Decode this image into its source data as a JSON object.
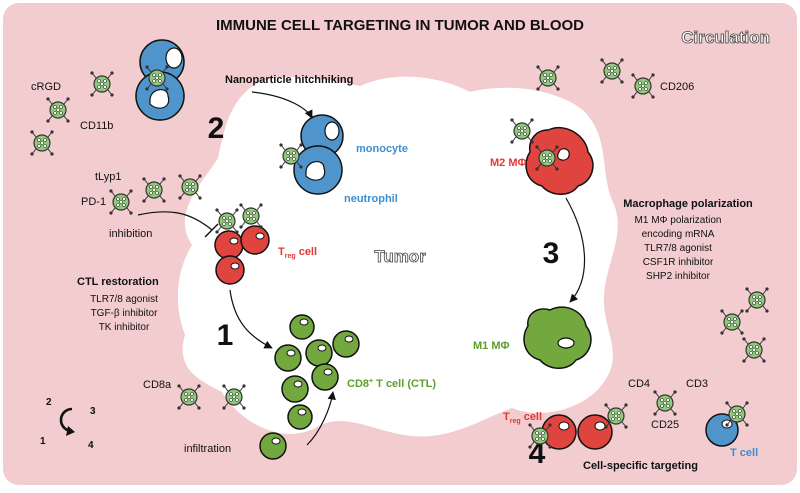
{
  "title": "IMMUNE CELL TARGETING IN TUMOR AND BLOOD",
  "regions": {
    "circulation": "Circulation",
    "tumor": "Tumor"
  },
  "colors": {
    "background": "#f2cccf",
    "tumor": "#ffffff",
    "blue_cell": "#4f95cb",
    "red_cell": "#e0443f",
    "green_cell": "#73a83f",
    "nanoparticle": "#8fc97a",
    "text_blue": "#3d8fd1",
    "text_red": "#e33a33",
    "text_green": "#5e9e2c"
  },
  "steps": {
    "s1": "1",
    "s2": "2",
    "s3": "3",
    "s4": "4"
  },
  "legend_numbers": {
    "n1": "1",
    "n2": "2",
    "n3": "3",
    "n4": "4"
  },
  "labels": {
    "cRGD": "cRGD",
    "CD11b": "CD11b",
    "tLyp1": "tLyp1",
    "PD1": "PD-1",
    "inhibition": "inhibition",
    "hitchhiking": "Nanoparticle hitchhiking",
    "monocyte": "monocyte",
    "neutrophil": "neutrophil",
    "CD206": "CD206",
    "m2_prefix": "M2 M",
    "m1_prefix": "M1 M",
    "phi": "Φ",
    "treg_T": "T",
    "treg_sub": "reg",
    "treg_cell_suffix": " cell",
    "cd8_prefix": "CD8",
    "cd8_sup": "+",
    "cd8_suffix": " T cell (CTL)",
    "CD8a": "CD8a",
    "infiltration": "infiltration",
    "CD4": "CD4",
    "CD3": "CD3",
    "CD25": "CD25",
    "t_cell": "T cell"
  },
  "ctl_restoration": {
    "heading": "CTL restoration",
    "items": [
      "TLR7/8 agonist",
      "TGF-β inhibitor",
      "TK inhibitor"
    ]
  },
  "macrophage_polarization": {
    "heading": "Macrophage polarization",
    "items": [
      "M1 MΦ polarization",
      "encoding mRNA",
      "TLR7/8 agonist",
      "CSF1R inhibitor",
      "SHP2 inhibitor"
    ]
  },
  "cell_specific": {
    "heading": "Cell-specific targeting"
  }
}
